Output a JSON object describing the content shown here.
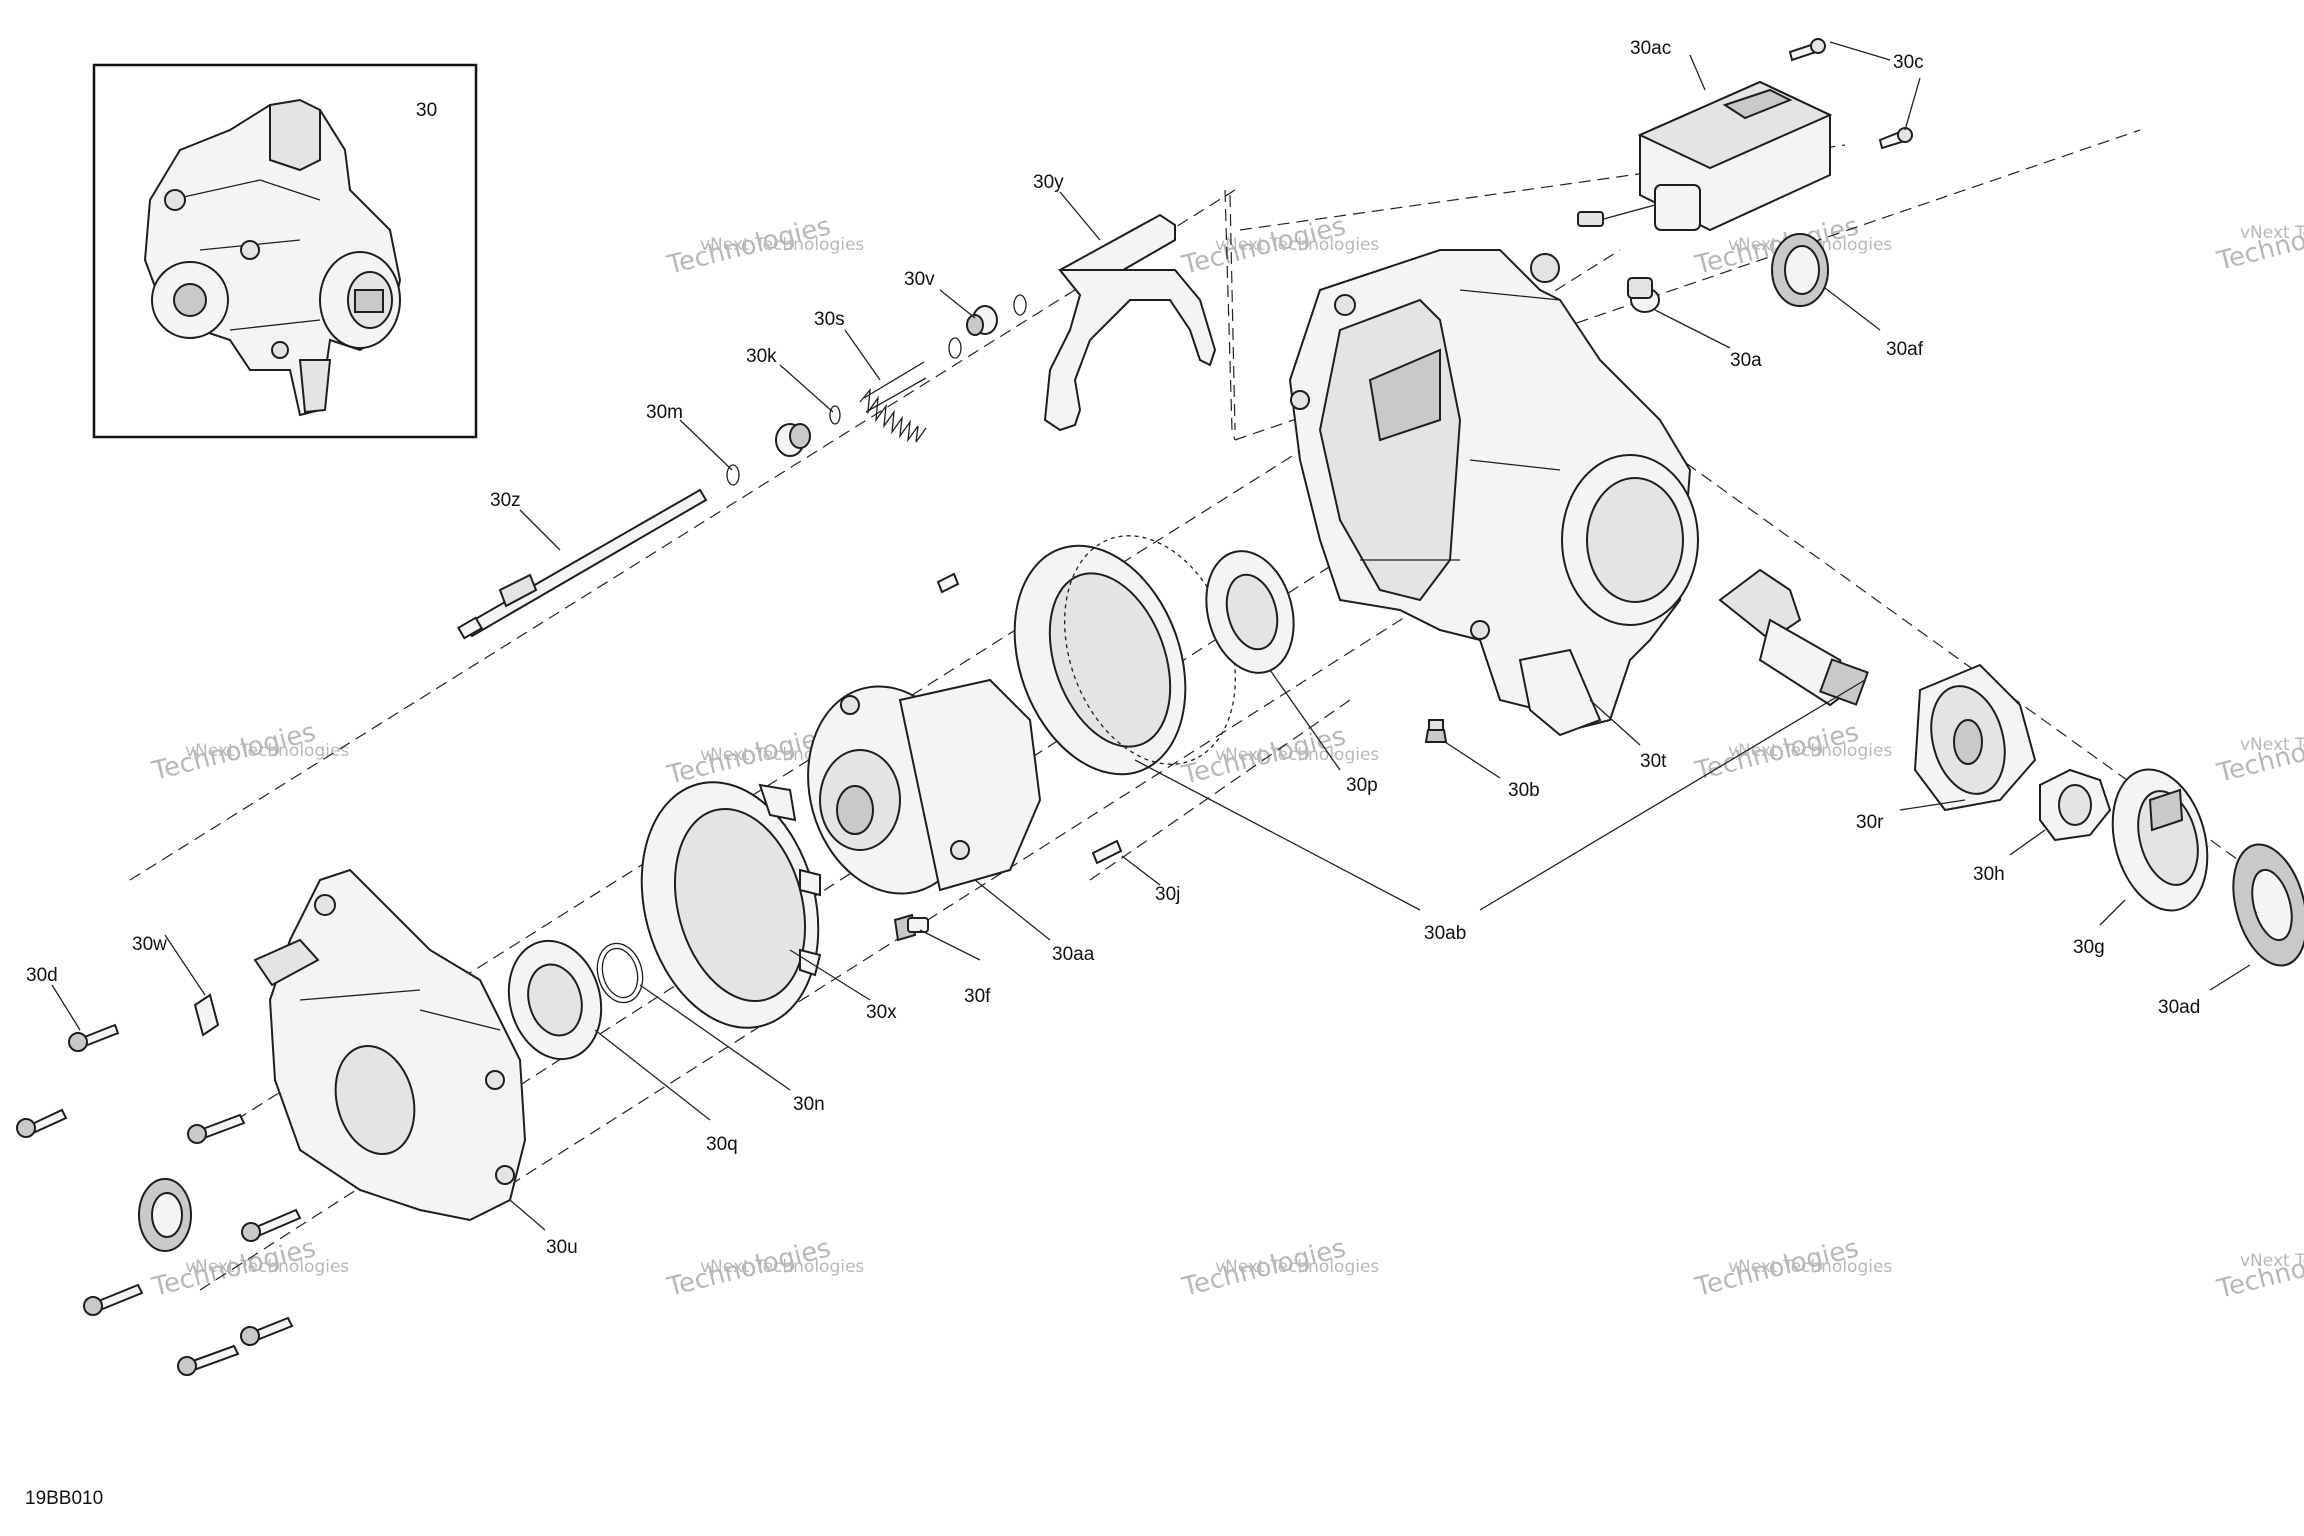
{
  "figure_code": "19BB010",
  "inset_label": "30",
  "watermark_text": "vNext Technologies",
  "callouts": {
    "30ac": "30ac",
    "30c": "30c",
    "30y": "30y",
    "30v": "30v",
    "30s": "30s",
    "30k": "30k",
    "30m": "30m",
    "30z": "30z",
    "30a": "30a",
    "30af": "30af",
    "30t": "30t",
    "30b": "30b",
    "30p": "30p",
    "30r": "30r",
    "30h": "30h",
    "30g": "30g",
    "30ad": "30ad",
    "30ab": "30ab",
    "30j": "30j",
    "30aa": "30aa",
    "30f": "30f",
    "30x": "30x",
    "30n": "30n",
    "30q": "30q",
    "30u": "30u",
    "30w": "30w",
    "30d": "30d"
  },
  "colors": {
    "line": "#1e1e1e",
    "fill": "#f4f4f4",
    "shade": "#c9c9c9",
    "watermark": "#b8b8b8"
  }
}
